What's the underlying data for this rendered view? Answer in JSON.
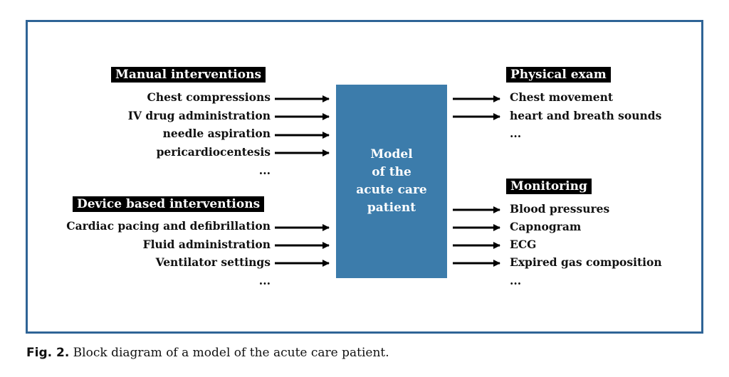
{
  "left": {
    "manual": {
      "heading": "Manual interventions",
      "items": [
        "Chest compressions",
        "IV drug administration",
        "needle aspiration",
        "pericardiocentesis",
        "..."
      ]
    },
    "device": {
      "heading": "Device based interventions",
      "items": [
        "Cardiac pacing and defibrillation",
        "Fluid administration",
        "Ventilator settings",
        "..."
      ]
    }
  },
  "center": {
    "label": "Model\nof the\nacute care\npatient",
    "color": "#3c7cab"
  },
  "right": {
    "exam": {
      "heading": "Physical exam",
      "items": [
        "Chest movement",
        "heart and breath sounds",
        "..."
      ]
    },
    "monitoring": {
      "heading": "Monitoring",
      "items": [
        "Blood pressures",
        "Capnogram",
        "ECG",
        "Expired gas composition",
        "..."
      ]
    }
  },
  "caption": {
    "label": "Fig. 2.",
    "text": " Block diagram of a model of the acute care patient."
  },
  "frame_color": "#2f6496"
}
